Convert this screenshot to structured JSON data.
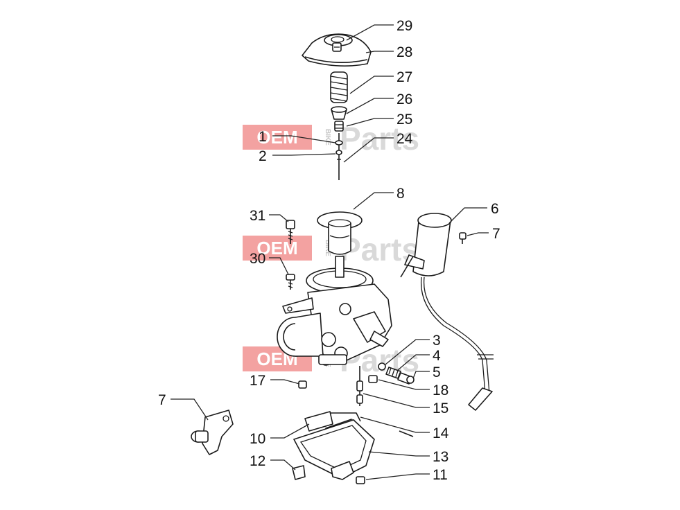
{
  "watermark": {
    "oem": "OEM",
    "bike": "BIKE",
    "parts": "Parts",
    "red": "#e53935",
    "grey": "#c8c8c8"
  },
  "callouts": {
    "c1": "1",
    "c2": "2",
    "c3": "3",
    "c4": "4",
    "c5": "5",
    "c6": "6",
    "c7a": "7",
    "c7b": "7",
    "c8": "8",
    "c10": "10",
    "c11": "11",
    "c12": "12",
    "c13": "13",
    "c14": "14",
    "c15": "15",
    "c17": "17",
    "c18": "18",
    "c24": "24",
    "c25": "25",
    "c26": "26",
    "c27": "27",
    "c28": "28",
    "c29": "29",
    "c30": "30",
    "c31": "31"
  }
}
